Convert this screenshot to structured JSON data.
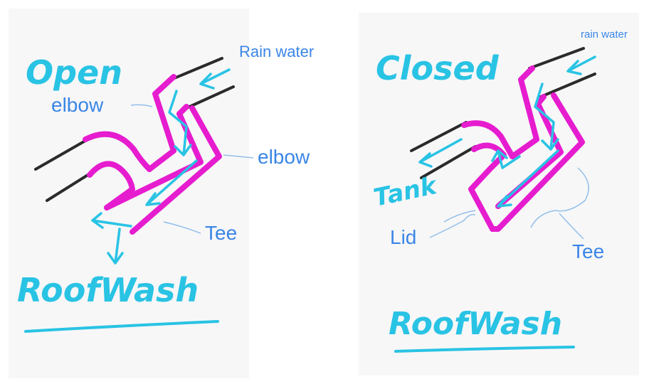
{
  "colors": {
    "pipe_outline": "#e61ccf",
    "pipe_ends": "#2b2b2b",
    "flow_arrows": "#29c3e4",
    "labels": "#3a86e6",
    "leader_lines": "#93bfe8",
    "panel_bg": "#f7f7f8"
  },
  "left_panel": {
    "title": "Open",
    "label_inlet": "Rain water",
    "label_elbow_1": "elbow",
    "label_elbow_2": "elbow",
    "label_tee": "Tee",
    "caption": "RoofWash"
  },
  "right_panel": {
    "title": "Closed",
    "label_inlet": "rain water",
    "label_tank": "Tank",
    "label_lid": "Lid",
    "label_tee": "Tee",
    "caption": "RoofWash"
  }
}
